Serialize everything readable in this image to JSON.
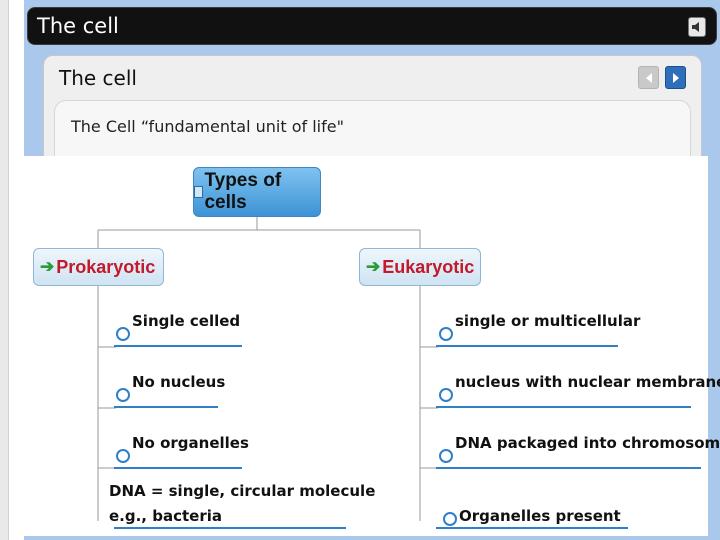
{
  "window": {
    "title": "The cell"
  },
  "panel": {
    "subtitle": "The cell"
  },
  "content": {
    "line": "The Cell “fundamental unit of life\""
  },
  "mindmap": {
    "root": "Types of cells",
    "branches": [
      {
        "label": "Prokaryotic",
        "items": [
          "Single celled",
          "No nucleus",
          "No organelles",
          "DNA = single, circular molecule",
          "e.g., bacteria"
        ]
      },
      {
        "label": "Eukaryotic",
        "items": [
          "single or multicellular",
          "nucleus with nuclear membrane",
          "DNA packaged into chromosomes",
          "Organelles present"
        ]
      }
    ]
  },
  "colors": {
    "frame": "#a9c8ec",
    "titlebar": "#111111",
    "branch_text": "#c21a2a",
    "accent": "#2f7fc9",
    "next_button": "#2f6fba"
  },
  "icons": [
    "speaker-icon",
    "prev-arrow-icon",
    "next-arrow-icon",
    "document-icon",
    "green-arrow-icon"
  ]
}
